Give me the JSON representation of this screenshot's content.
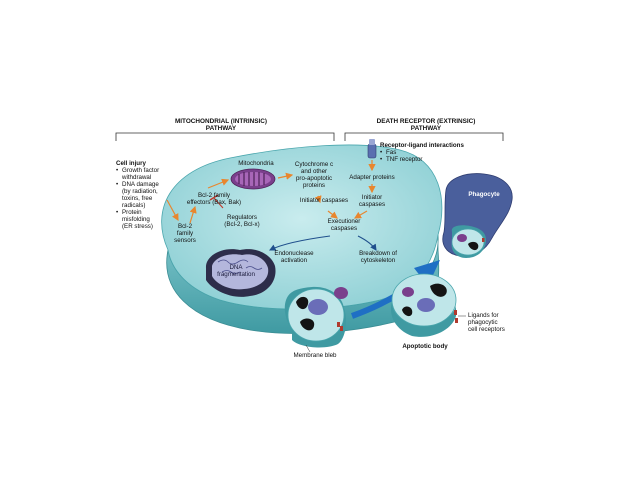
{
  "headers": {
    "intrinsic": [
      "MITOCHONDRIAL (INTRINSIC)",
      "PATHWAY"
    ],
    "extrinsic": [
      "DEATH RECEPTOR (EXTRINSIC)",
      "PATHWAY"
    ]
  },
  "cell_injury": {
    "title": "Cell injury",
    "items": [
      [
        "Growth factor",
        "withdrawal"
      ],
      [
        "DNA damage",
        "(by radiation,",
        "toxins, free",
        "radicals)"
      ],
      [
        "Protein",
        "misfolding",
        "(ER stress)"
      ]
    ]
  },
  "labels": {
    "bcl2_sensors": [
      "Bcl-2",
      "family",
      "sensors"
    ],
    "bcl2_effectors": [
      "Bcl-2 family",
      "effectors (Bax, Bak)"
    ],
    "mitochondria": "Mitochondria",
    "regulators": [
      "Regulators",
      "(Bcl-2, Bcl-x)"
    ],
    "cytochrome": [
      "Cytochrome c",
      "and other",
      "pro-apoptotic",
      "proteins"
    ],
    "initiator_left": "Initiator caspases",
    "executioner": [
      "Executioner",
      "caspases"
    ],
    "adapter": "Adapter proteins",
    "initiator_right": [
      "Initiator",
      "caspases"
    ],
    "endonuclease": [
      "Endonuclease",
      "activation"
    ],
    "cytoskeleton": [
      "Breakdown of",
      "cytoskeleton"
    ],
    "dna_frag": [
      "DNA",
      "fragmentation"
    ],
    "membrane_bleb": "Membrane bleb",
    "apoptotic_body": "Apoptotic body",
    "ligands": [
      "Ligands for",
      "phagocytic",
      "cell receptors"
    ],
    "phagocyte": "Phagocyte"
  },
  "receptor": {
    "title": "Receptor-ligand interactions",
    "items": [
      "Fas",
      "TNF receptor"
    ]
  },
  "colors": {
    "cell_fill": "#a9dde0",
    "cell_edge": "#4aa6ad",
    "arrow_orange": "#e8862e",
    "arrow_blue": "#1f6fc4",
    "mito": "#7a3f8c",
    "phagocyte": "#4a5f9c",
    "nucleus": "#6a6db8"
  },
  "icons": [
    "mitochondrion-icon",
    "nucleus-icon",
    "receptor-icon"
  ]
}
